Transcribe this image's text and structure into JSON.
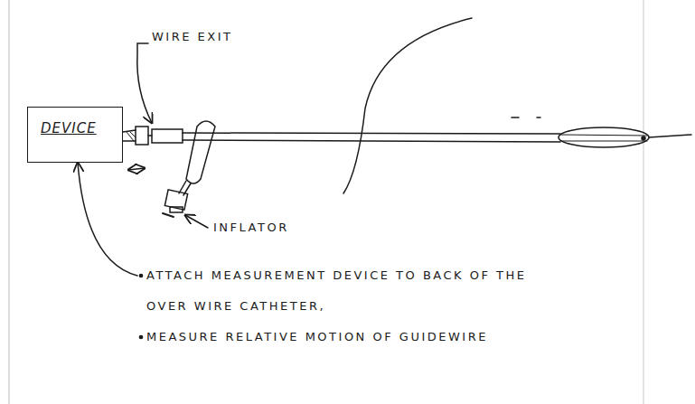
{
  "diagram": {
    "nodes": [
      {
        "text": [
          "DEVICE"
        ]
      }
    ],
    "labels": [
      "WIRE EXIT",
      "INFLATOR",
      "ATTACH MEASUREMENT DEVICE TO BACK OF THE OVER WIRE CATHETER,",
      "MEASURE RELATIVE MOTION OF GUIDEWIRE"
    ]
  }
}
